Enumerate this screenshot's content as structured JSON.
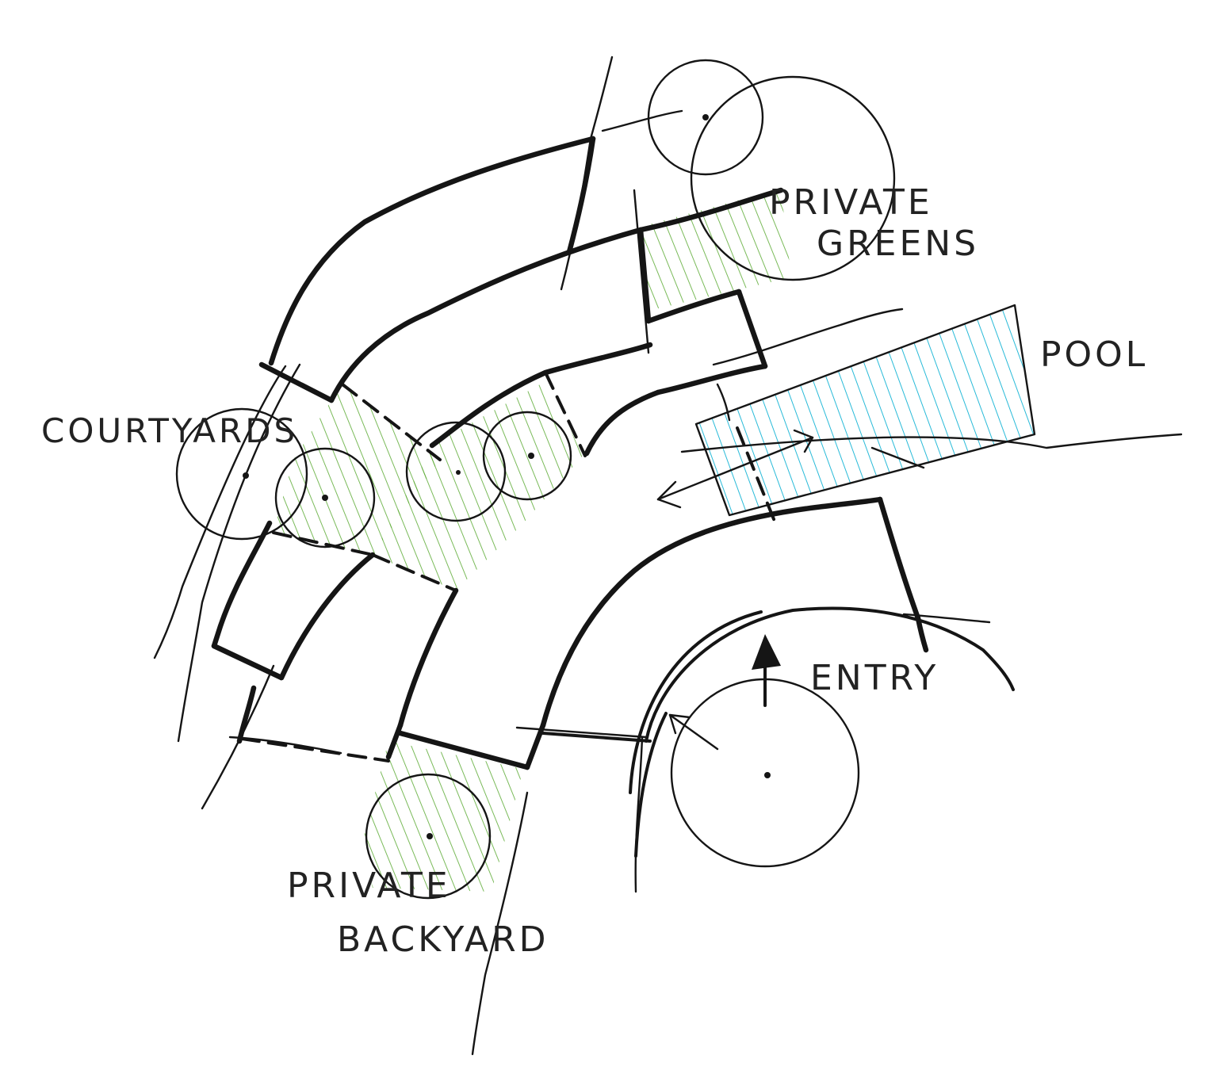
{
  "labels": {
    "private_greens_line1": "PRIVATE",
    "private_greens_line2": "GREENS",
    "pool": "POOL",
    "courtyards": "COURTYARDS",
    "entry": "ENTRY",
    "private_backyard_line1": "PRIVATE",
    "private_backyard_line2": "BACKYARD"
  },
  "colors": {
    "ink": "#151515",
    "green_hatch": "#5aaa32",
    "blue_hatch": "#1cb6d6",
    "paper": "#ffffff"
  }
}
